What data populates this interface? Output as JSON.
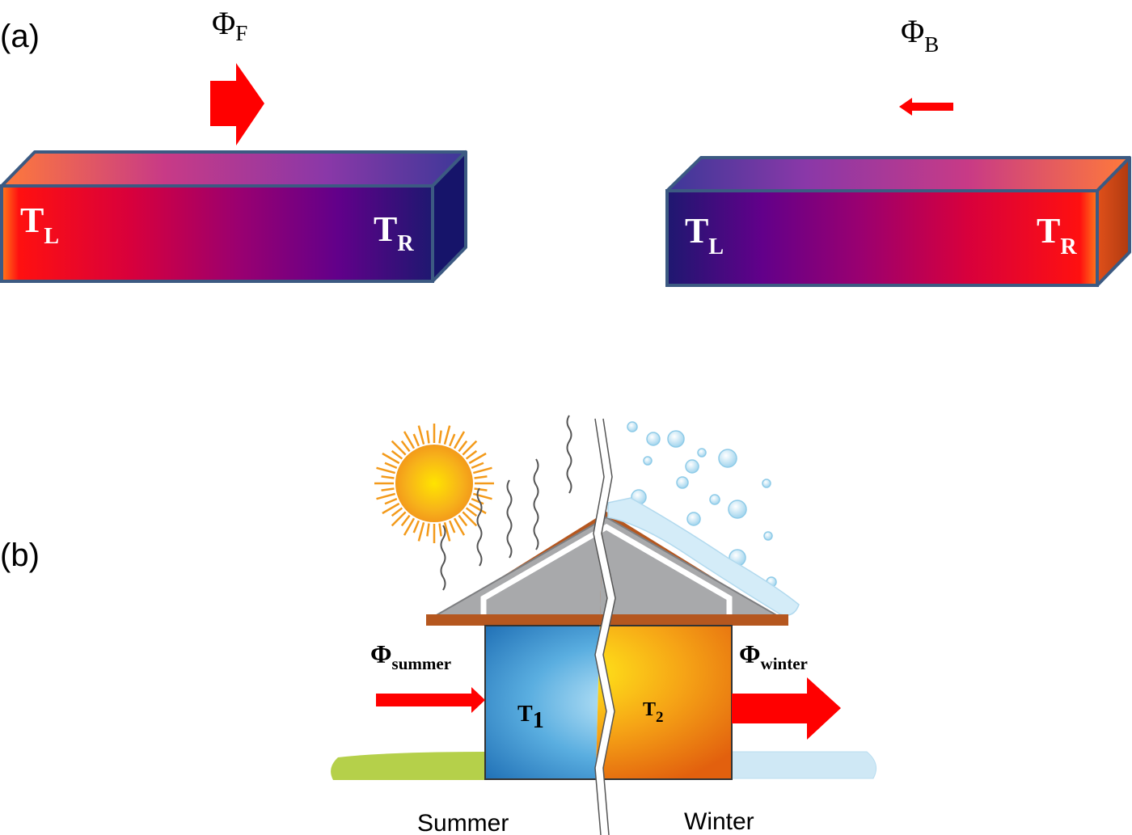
{
  "panel_a": {
    "label": "(a)",
    "forward": {
      "flux_symbol": "Φ",
      "flux_sub": "F",
      "left_T": "T",
      "left_sub": "L",
      "right_T": "T",
      "right_sub": "R"
    },
    "backward": {
      "flux_symbol": "Φ",
      "flux_sub": "B",
      "left_T": "T",
      "left_sub": "L",
      "right_T": "T",
      "right_sub": "R"
    }
  },
  "panel_b": {
    "label": "(b)",
    "summer": {
      "flux_symbol": "Φ",
      "flux_sub": "summer",
      "room_T": "T",
      "room_sub": "1",
      "season_label": "Summer"
    },
    "winter": {
      "flux_symbol": "Φ",
      "flux_sub": "winter",
      "room_T": "T",
      "room_sub": "2",
      "season_label": "Winter"
    }
  },
  "colors": {
    "hot": "#ff0000",
    "cold": "#1a1670",
    "arrow": "#ff0000",
    "outline": "#3c5a82",
    "roof": "#a8a9ab",
    "eave": "#b5571f",
    "summer_room": "#3a8fd0",
    "winter_room": "#f08a10",
    "grass": "#b5d04a",
    "snow": "#cfe8f5"
  }
}
